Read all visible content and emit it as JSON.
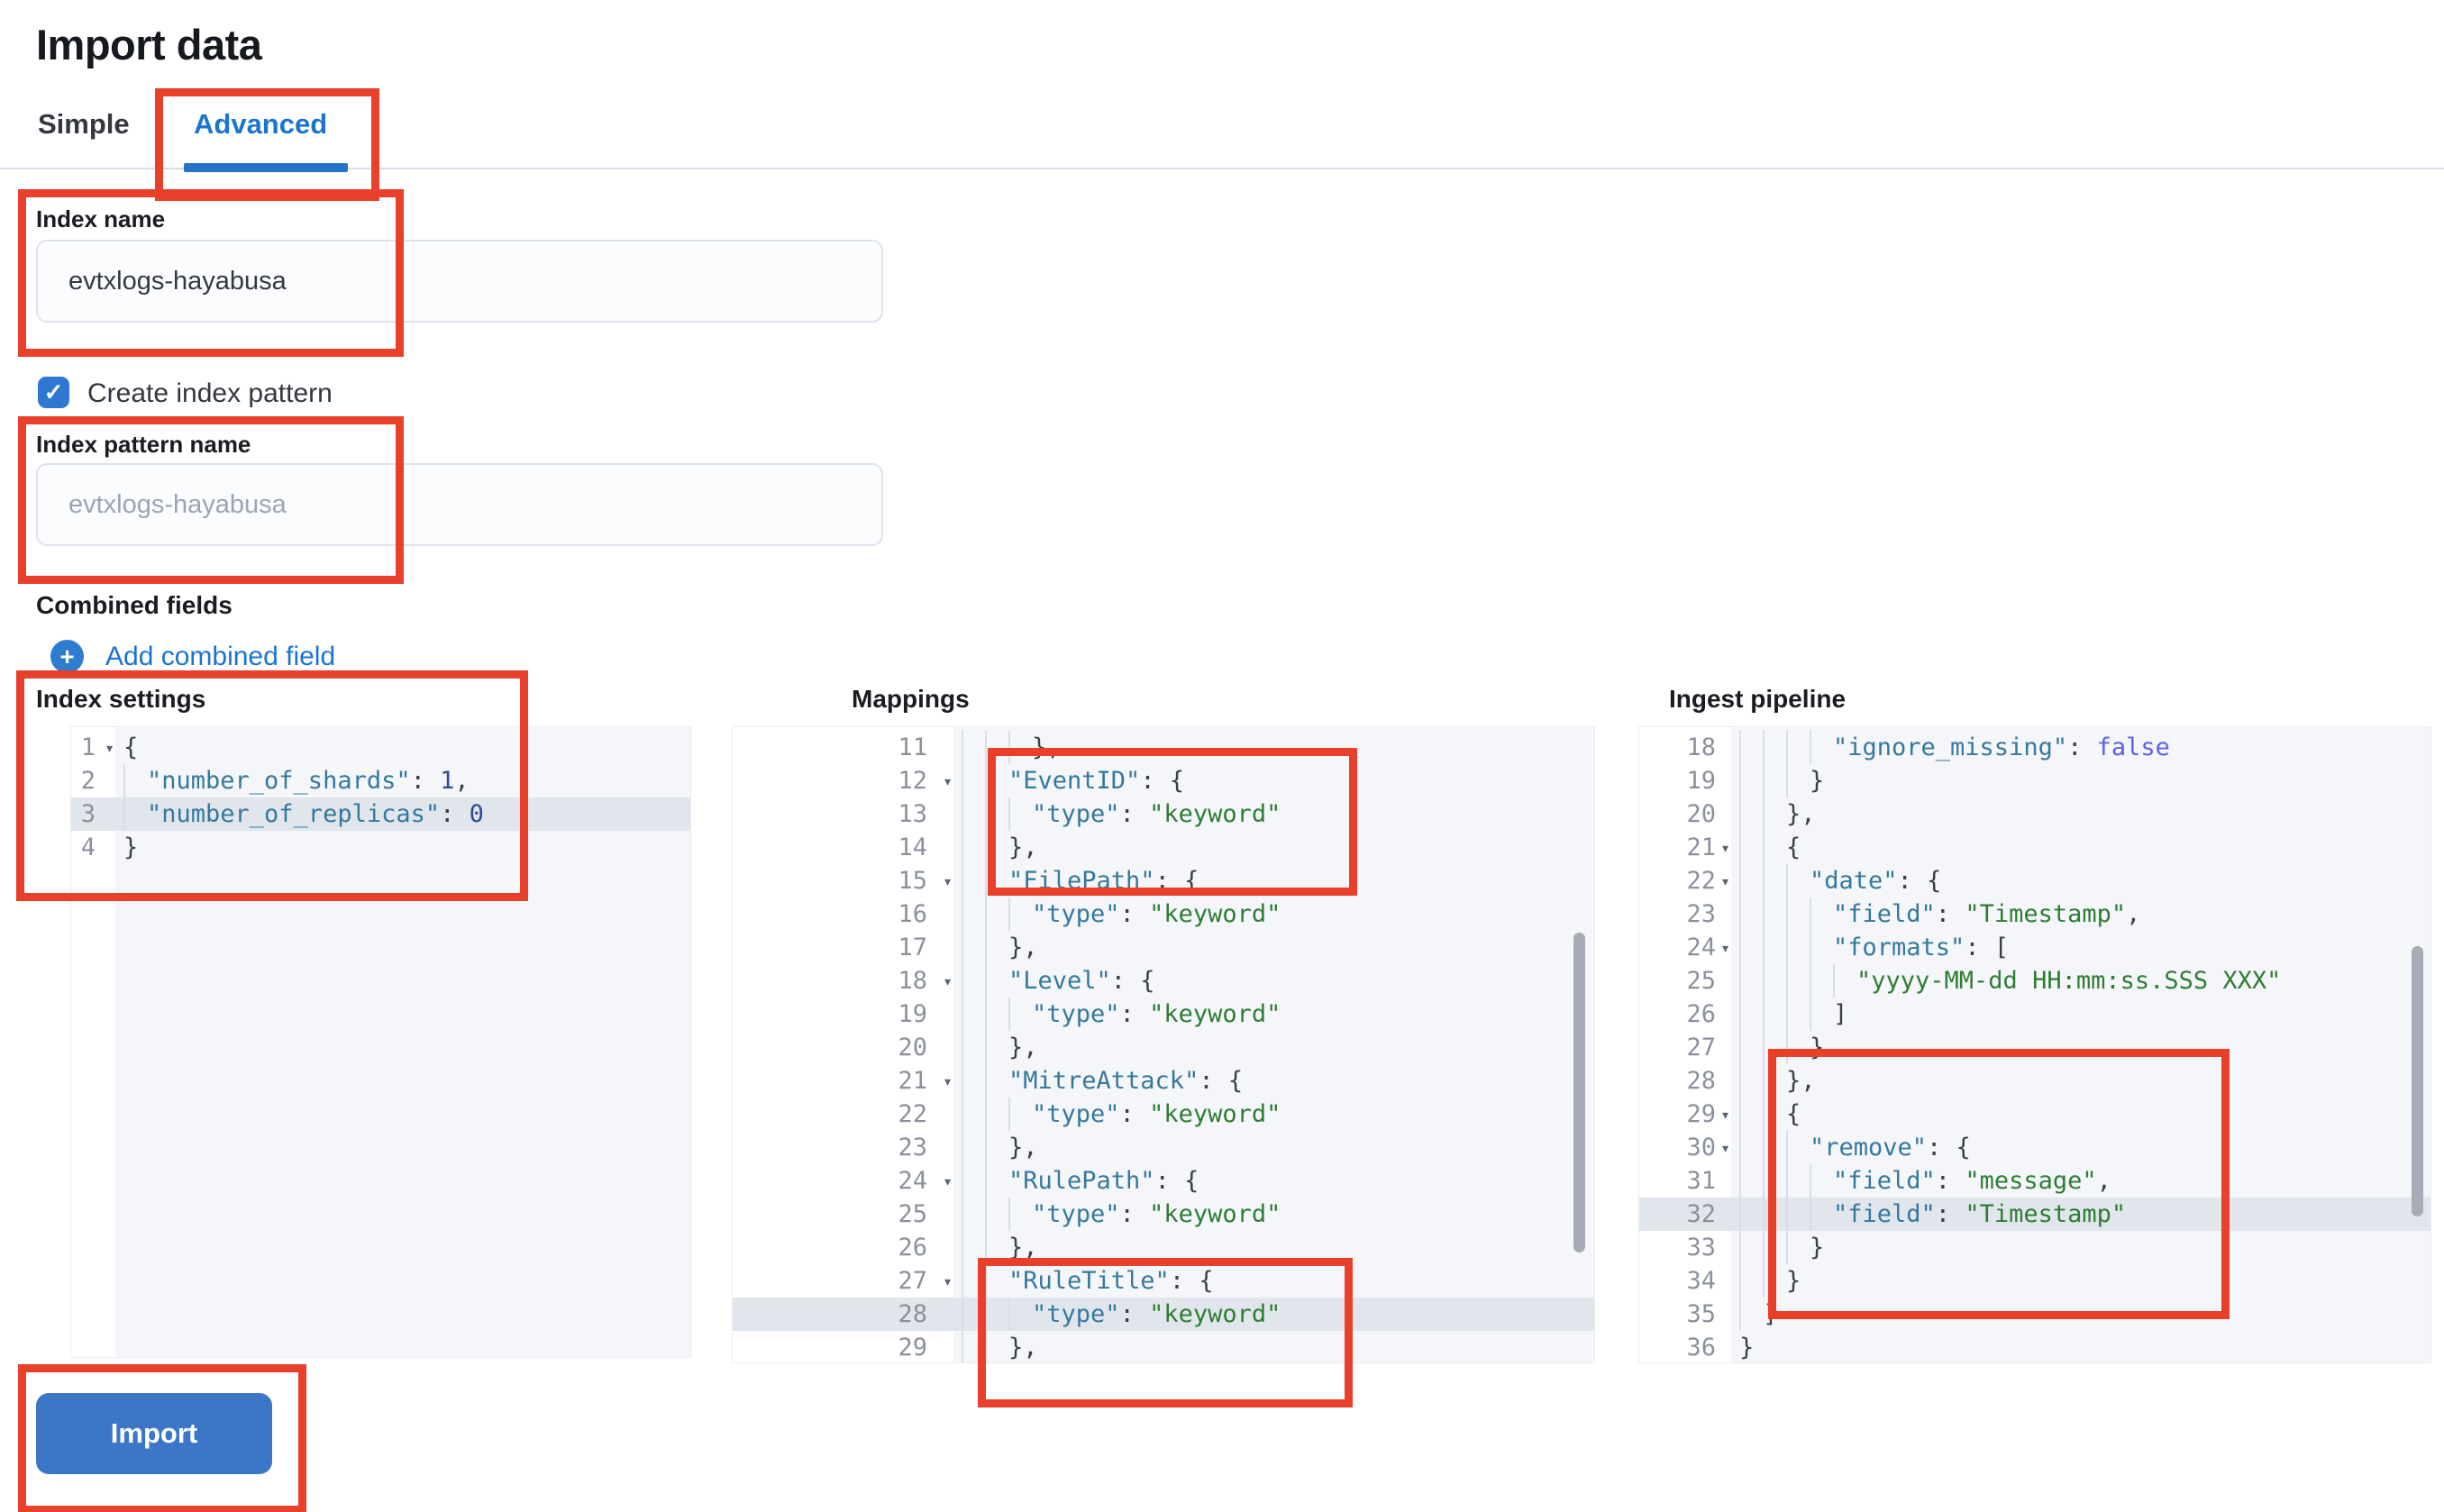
{
  "page": {
    "title": "Import data"
  },
  "tabs": {
    "simple": "Simple",
    "advanced": "Advanced"
  },
  "form": {
    "index_name": {
      "label": "Index name",
      "value": "evtxlogs-hayabusa"
    },
    "create_index_pattern": {
      "label": "Create index pattern",
      "checked": true,
      "check_glyph": "✓"
    },
    "index_pattern_name": {
      "label": "Index pattern name",
      "placeholder": "evtxlogs-hayabusa"
    },
    "combined_fields": {
      "label": "Combined fields",
      "add_link": "Add combined field",
      "plus_glyph": "+"
    }
  },
  "colors": {
    "accent_blue": "#1b74cf",
    "button_blue": "#3b76c7",
    "annotation_red": "#e8402a",
    "code_key": "#35789e",
    "code_string": "#2e7d32",
    "code_number": "#2a4b9b",
    "code_boolean": "#5b61e6",
    "active_line": "#e1e6ed"
  },
  "editors": [
    {
      "label": "Index settings",
      "lines": [
        {
          "n": 1,
          "i": 0,
          "fold": true,
          "toks": [
            [
              "punc",
              "{"
            ]
          ]
        },
        {
          "n": 2,
          "i": 1,
          "toks": [
            [
              "key",
              "\"number_of_shards\""
            ],
            [
              "punc",
              ": "
            ],
            [
              "num",
              "1"
            ],
            [
              "punc",
              ","
            ]
          ]
        },
        {
          "n": 3,
          "i": 1,
          "hl": true,
          "toks": [
            [
              "key",
              "\"number_of_replicas\""
            ],
            [
              "punc",
              ": "
            ],
            [
              "num",
              "0"
            ]
          ]
        },
        {
          "n": 4,
          "i": 0,
          "toks": [
            [
              "punc",
              "}"
            ]
          ]
        }
      ]
    },
    {
      "label": "Mappings",
      "lines": [
        {
          "n": 11,
          "i": 3,
          "toks": [
            [
              "punc",
              "},"
            ]
          ]
        },
        {
          "n": 12,
          "i": 2,
          "fold": true,
          "toks": [
            [
              "key",
              "\"EventID\""
            ],
            [
              "punc",
              ": {"
            ]
          ]
        },
        {
          "n": 13,
          "i": 3,
          "toks": [
            [
              "key",
              "\"type\""
            ],
            [
              "punc",
              ": "
            ],
            [
              "str",
              "\"keyword\""
            ]
          ]
        },
        {
          "n": 14,
          "i": 2,
          "toks": [
            [
              "punc",
              "},"
            ]
          ]
        },
        {
          "n": 15,
          "i": 2,
          "fold": true,
          "toks": [
            [
              "key",
              "\"FilePath\""
            ],
            [
              "punc",
              ": {"
            ]
          ]
        },
        {
          "n": 16,
          "i": 3,
          "toks": [
            [
              "key",
              "\"type\""
            ],
            [
              "punc",
              ": "
            ],
            [
              "str",
              "\"keyword\""
            ]
          ]
        },
        {
          "n": 17,
          "i": 2,
          "toks": [
            [
              "punc",
              "},"
            ]
          ]
        },
        {
          "n": 18,
          "i": 2,
          "fold": true,
          "toks": [
            [
              "key",
              "\"Level\""
            ],
            [
              "punc",
              ": {"
            ]
          ]
        },
        {
          "n": 19,
          "i": 3,
          "toks": [
            [
              "key",
              "\"type\""
            ],
            [
              "punc",
              ": "
            ],
            [
              "str",
              "\"keyword\""
            ]
          ]
        },
        {
          "n": 20,
          "i": 2,
          "toks": [
            [
              "punc",
              "},"
            ]
          ]
        },
        {
          "n": 21,
          "i": 2,
          "fold": true,
          "toks": [
            [
              "key",
              "\"MitreAttack\""
            ],
            [
              "punc",
              ": {"
            ]
          ]
        },
        {
          "n": 22,
          "i": 3,
          "toks": [
            [
              "key",
              "\"type\""
            ],
            [
              "punc",
              ": "
            ],
            [
              "str",
              "\"keyword\""
            ]
          ]
        },
        {
          "n": 23,
          "i": 2,
          "toks": [
            [
              "punc",
              "},"
            ]
          ]
        },
        {
          "n": 24,
          "i": 2,
          "fold": true,
          "toks": [
            [
              "key",
              "\"RulePath\""
            ],
            [
              "punc",
              ": {"
            ]
          ]
        },
        {
          "n": 25,
          "i": 3,
          "toks": [
            [
              "key",
              "\"type\""
            ],
            [
              "punc",
              ": "
            ],
            [
              "str",
              "\"keyword\""
            ]
          ]
        },
        {
          "n": 26,
          "i": 2,
          "toks": [
            [
              "punc",
              "},"
            ]
          ]
        },
        {
          "n": 27,
          "i": 2,
          "fold": true,
          "toks": [
            [
              "key",
              "\"RuleTitle\""
            ],
            [
              "punc",
              ": {"
            ]
          ]
        },
        {
          "n": 28,
          "i": 3,
          "hl": true,
          "toks": [
            [
              "key",
              "\"type\""
            ],
            [
              "punc",
              ": "
            ],
            [
              "str",
              "\"keyword\""
            ]
          ]
        },
        {
          "n": 29,
          "i": 2,
          "toks": [
            [
              "punc",
              "},"
            ]
          ]
        }
      ]
    },
    {
      "label": "Ingest pipeline",
      "lines": [
        {
          "n": 18,
          "i": 4,
          "toks": [
            [
              "key",
              "\"ignore_missing\""
            ],
            [
              "punc",
              ": "
            ],
            [
              "bool",
              "false"
            ]
          ]
        },
        {
          "n": 19,
          "i": 3,
          "toks": [
            [
              "punc",
              "}"
            ]
          ]
        },
        {
          "n": 20,
          "i": 2,
          "toks": [
            [
              "punc",
              "},"
            ]
          ]
        },
        {
          "n": 21,
          "i": 2,
          "fold": true,
          "toks": [
            [
              "punc",
              "{"
            ]
          ]
        },
        {
          "n": 22,
          "i": 3,
          "fold": true,
          "toks": [
            [
              "key",
              "\"date\""
            ],
            [
              "punc",
              ": {"
            ]
          ]
        },
        {
          "n": 23,
          "i": 4,
          "toks": [
            [
              "key",
              "\"field\""
            ],
            [
              "punc",
              ": "
            ],
            [
              "str",
              "\"Timestamp\""
            ],
            [
              "punc",
              ","
            ]
          ]
        },
        {
          "n": 24,
          "i": 4,
          "fold": true,
          "toks": [
            [
              "key",
              "\"formats\""
            ],
            [
              "punc",
              ": ["
            ]
          ]
        },
        {
          "n": 25,
          "i": 5,
          "toks": [
            [
              "str",
              "\"yyyy-MM-dd HH:mm:ss.SSS XXX\""
            ]
          ]
        },
        {
          "n": 26,
          "i": 4,
          "toks": [
            [
              "punc",
              "]"
            ]
          ]
        },
        {
          "n": 27,
          "i": 3,
          "toks": [
            [
              "punc",
              "}"
            ]
          ]
        },
        {
          "n": 28,
          "i": 2,
          "toks": [
            [
              "punc",
              "},"
            ]
          ]
        },
        {
          "n": 29,
          "i": 2,
          "fold": true,
          "toks": [
            [
              "punc",
              "{"
            ]
          ]
        },
        {
          "n": 30,
          "i": 3,
          "fold": true,
          "toks": [
            [
              "key",
              "\"remove\""
            ],
            [
              "punc",
              ": {"
            ]
          ]
        },
        {
          "n": 31,
          "i": 4,
          "toks": [
            [
              "key",
              "\"field\""
            ],
            [
              "punc",
              ": "
            ],
            [
              "str",
              "\"message\""
            ],
            [
              "punc",
              ","
            ]
          ]
        },
        {
          "n": 32,
          "i": 4,
          "hl": true,
          "toks": [
            [
              "key",
              "\"field\""
            ],
            [
              "punc",
              ": "
            ],
            [
              "str",
              "\"Timestamp\""
            ]
          ]
        },
        {
          "n": 33,
          "i": 3,
          "toks": [
            [
              "punc",
              "}"
            ]
          ]
        },
        {
          "n": 34,
          "i": 2,
          "toks": [
            [
              "punc",
              "}"
            ]
          ]
        },
        {
          "n": 35,
          "i": 1,
          "toks": [
            [
              "punc",
              "]"
            ]
          ]
        },
        {
          "n": 36,
          "i": 0,
          "toks": [
            [
              "punc",
              "}"
            ]
          ]
        }
      ]
    }
  ],
  "import_button": {
    "label": "Import"
  }
}
